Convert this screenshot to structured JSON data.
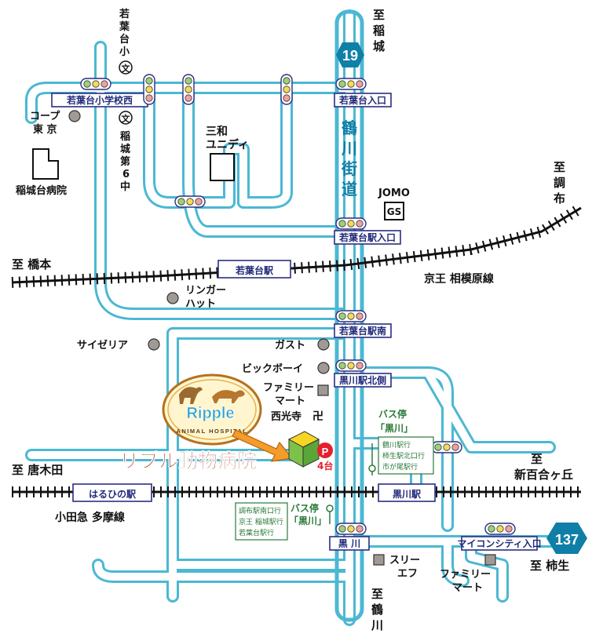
{
  "clinic": {
    "name": "リプル動物病院",
    "logo_text": "Ripple",
    "logo_subtext": "ANIMAL HOSPITAL",
    "parking_symbol": "P",
    "parking_count": "4台"
  },
  "roads": {
    "tsurukawa_kaido": [
      "鶴",
      "川",
      "街",
      "道"
    ],
    "route19": "19",
    "route137": "137"
  },
  "directions": {
    "inagi_to": "至",
    "inagi": [
      "稲",
      "城"
    ],
    "chofu_to": "至",
    "chofu": [
      "調",
      "布"
    ],
    "hashimoto": "至 橋本",
    "karakida": "至 唐木田",
    "shinyurigaoka_to": "至",
    "shinyurigaoka": "新百合ヶ丘",
    "kakio": "至 柿生",
    "tsurukawa_to": "至",
    "tsurukawa": [
      "鶴",
      "川"
    ]
  },
  "railways": {
    "keio_line": "京王 相模原線",
    "odakyu_line": "小田急 多摩線"
  },
  "stations": {
    "wakabadai": "若葉台駅",
    "harunohi": "はるひの駅",
    "kurokawa": "黒川駅"
  },
  "intersections": {
    "wakabadai_sho_nishi": "若葉台小学校西",
    "wakabadai_iriguchi": "若葉台入口",
    "wakabadai_eki_iriguchi": "若葉台駅入口",
    "wakabadai_eki_minami": "若葉台駅南",
    "kurokawa_eki_kitagawa": "黒川駅北側",
    "kurokawa": "黒 川",
    "mycon_city_iriguchi": "マイコンシティ入口"
  },
  "landmarks": {
    "wakabadai_elementary": [
      "若",
      "葉",
      "台",
      "小"
    ],
    "school_symbol": "文",
    "inagi_6th_jhs": [
      "稲",
      "城",
      "第",
      "6",
      "中"
    ],
    "coop": [
      "コープ",
      "東 京"
    ],
    "inagidai_hospital": "稲城台病院",
    "sanwa_unidy": [
      "三和",
      "ユニディ"
    ],
    "jomo": "JOMO",
    "gs": "GS",
    "ringer_hut": [
      "リンガー",
      "ハット"
    ],
    "saizeriya": "サイゼリア",
    "gusto": "ガスト",
    "big_boy": "ビックボーイ",
    "familymart_1": [
      "ファミリー",
      "マート"
    ],
    "saikoji": "西光寺",
    "temple_symbol": "卍",
    "three_f": [
      "スリー",
      "エフ"
    ],
    "familymart_2": [
      "ファミリー",
      "マート"
    ]
  },
  "bus_stops": {
    "north_title": "バス停",
    "north_name": "「黒川」",
    "north_routes": [
      "鶴川駅行",
      "柿生駅北口行",
      "市が尾駅行"
    ],
    "south_title": "バス停",
    "south_name": "「黒川」",
    "south_routes": [
      "調布駅南口行",
      "京王 稲城駅行",
      "若葉台駅行"
    ]
  },
  "colors": {
    "road_fill": "#ffffff",
    "road_outline": "#4bb8d3",
    "route_badge": "#0f7fa8",
    "clinic_name": "#a6321a",
    "arrow": "#f39c2a",
    "parking": "#e4202d",
    "building_green": "#7cc24a",
    "building_yellow": "#f4d623",
    "box_border": "#2a2f80"
  }
}
